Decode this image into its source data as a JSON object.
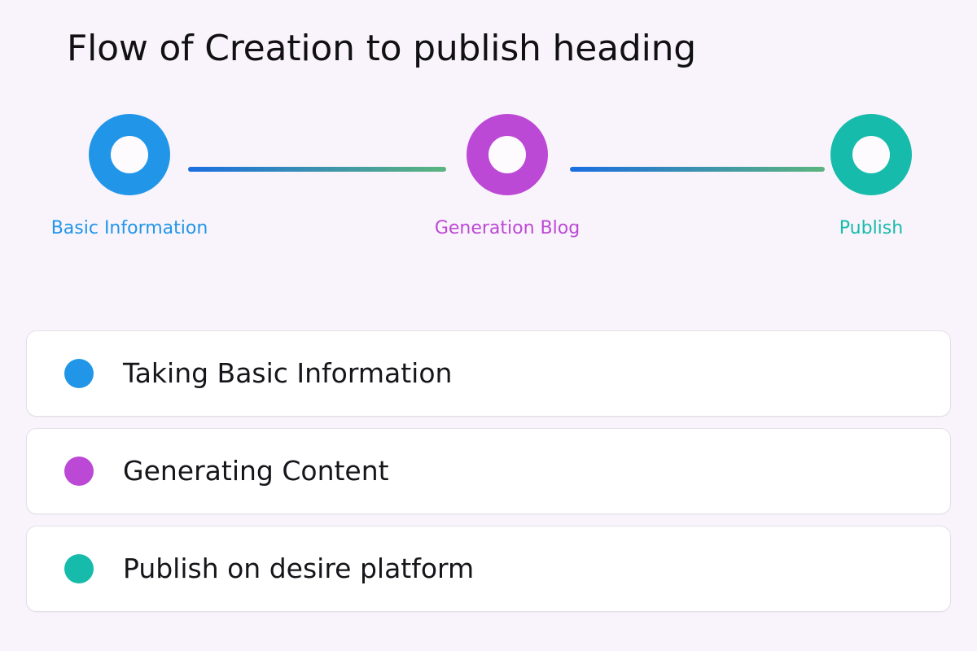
{
  "page": {
    "title": "Flow of Creation to publish heading",
    "background_color": "#f9f4fb"
  },
  "stepper": {
    "steps": [
      {
        "label": "Basic Information",
        "color": "#2196e8",
        "icon": "step-circle-icon",
        "hole_color": "#fdfbfe"
      },
      {
        "label": "Generation Blog",
        "color": "#bc49d6",
        "icon": "step-circle-icon",
        "hole_color": "#fdfbfe"
      },
      {
        "label": "Publish",
        "color": "#17bbab",
        "icon": "step-circle-icon",
        "hole_color": "#fdfbfe"
      }
    ],
    "connectors": [
      {
        "from_color": "#1a6ee0",
        "to_color": "#5cb57f"
      },
      {
        "from_color": "#1a6ee0",
        "to_color": "#5cb57f"
      }
    ]
  },
  "cards": [
    {
      "label": "Taking Basic Information",
      "dot_color": "#2196e8",
      "dot_icon": "status-dot-icon"
    },
    {
      "label": "Generating Content",
      "dot_color": "#bc49d6",
      "dot_icon": "status-dot-icon"
    },
    {
      "label": "Publish on desire platform",
      "dot_color": "#17bbab",
      "dot_icon": "status-dot-icon"
    }
  ]
}
